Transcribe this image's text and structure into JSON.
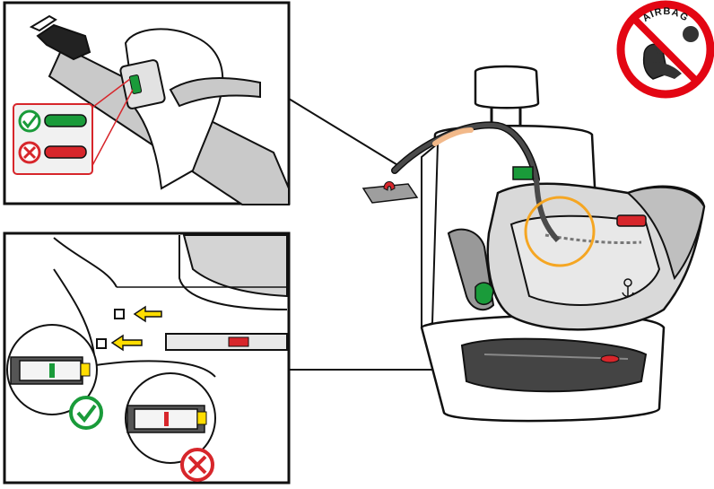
{
  "warning_sign": {
    "text": "AIRBAG",
    "icon": "no-airbag-sign-icon",
    "ring_color": "#e30613"
  },
  "colors": {
    "ok": "#1a9b3a",
    "error": "#d7262b",
    "callout": "#f5a623",
    "belt": "#bdbdbd",
    "indicator_yellow": "#ffdd00"
  },
  "panels": {
    "belt_tensioner": {
      "indicator_ok": "green",
      "indicator_error": "red"
    },
    "isofix_connectors": {
      "indicator_ok": "green",
      "indicator_error": "red"
    }
  }
}
